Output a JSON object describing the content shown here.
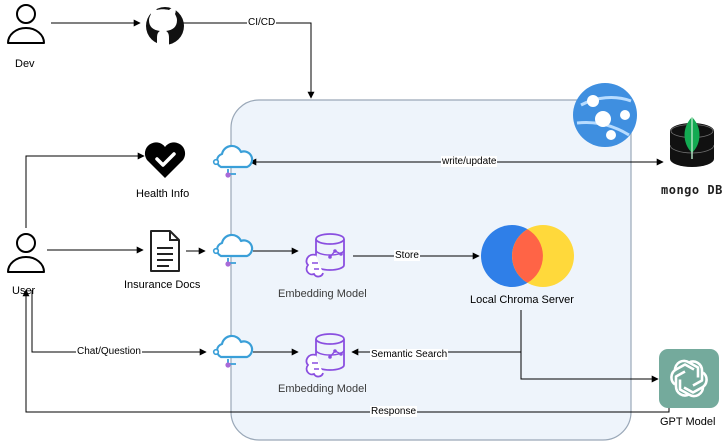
{
  "nodes": {
    "dev": "Dev",
    "user": "User",
    "health_info": "Health Info",
    "insurance_docs": "Insurance Docs",
    "embedding_model_1": "Embedding Model",
    "embedding_model_2": "Embedding Model",
    "chroma": "Local Chroma Server",
    "mongodb": "mongo DB",
    "gpt": "GPT Model"
  },
  "edges": {
    "cicd": "CI/CD",
    "write_update": "write/update",
    "store": "Store",
    "chat_question": "Chat/Question",
    "semantic_search": "Semantic Search",
    "response": "Response"
  },
  "icons": {
    "person": "person-icon",
    "github": "github-icon",
    "heart": "heart-check-icon",
    "document": "document-icon",
    "cloud": "cloud-function-icon",
    "embedding": "database-brain-icon",
    "chroma": "chroma-logo-icon",
    "mongodb": "mongodb-leaf-icon",
    "openai": "openai-logo-icon",
    "web_app": "azure-web-app-icon"
  },
  "colors": {
    "container_fill": "#eef4fb",
    "container_stroke": "#9aa8b8",
    "cloud_blue": "#3a9fd8",
    "cloud_purple": "#a86ad8",
    "embedding_purple": "#8a4fe0",
    "chroma_blue": "#2f7fe8",
    "chroma_red": "#ff6446",
    "chroma_yellow": "#ffd93b",
    "mongo_green": "#13aa52",
    "openai_green": "#74aa9c"
  }
}
